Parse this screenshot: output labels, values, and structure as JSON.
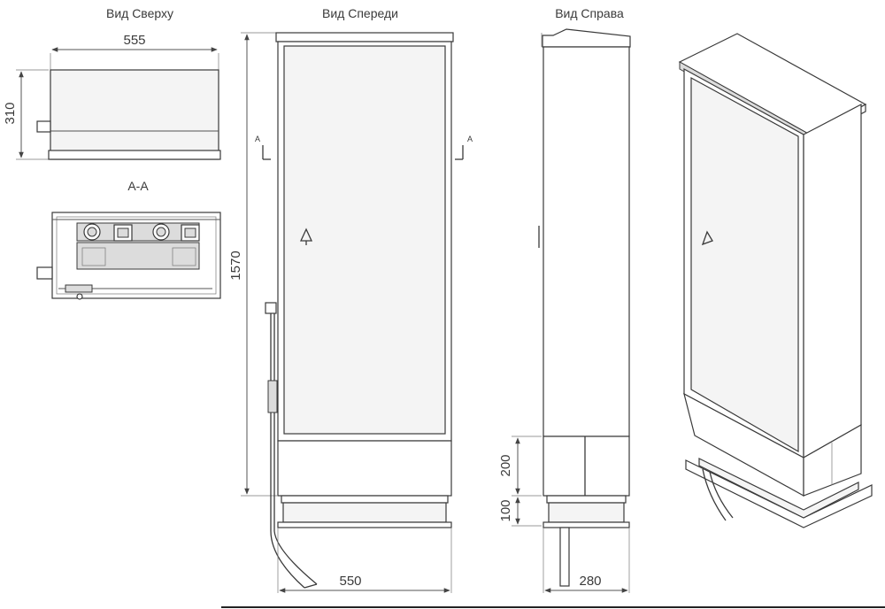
{
  "views": {
    "top": "Вид Сверху",
    "front": "Вид Спереди",
    "right": "Вид Справа",
    "section": "А-А"
  },
  "section_mark": "А",
  "dimensions": {
    "top_width": "555",
    "top_depth": "310",
    "height": "1570",
    "front_width": "550",
    "side_depth": "280",
    "base_200": "200",
    "base_100": "100"
  }
}
